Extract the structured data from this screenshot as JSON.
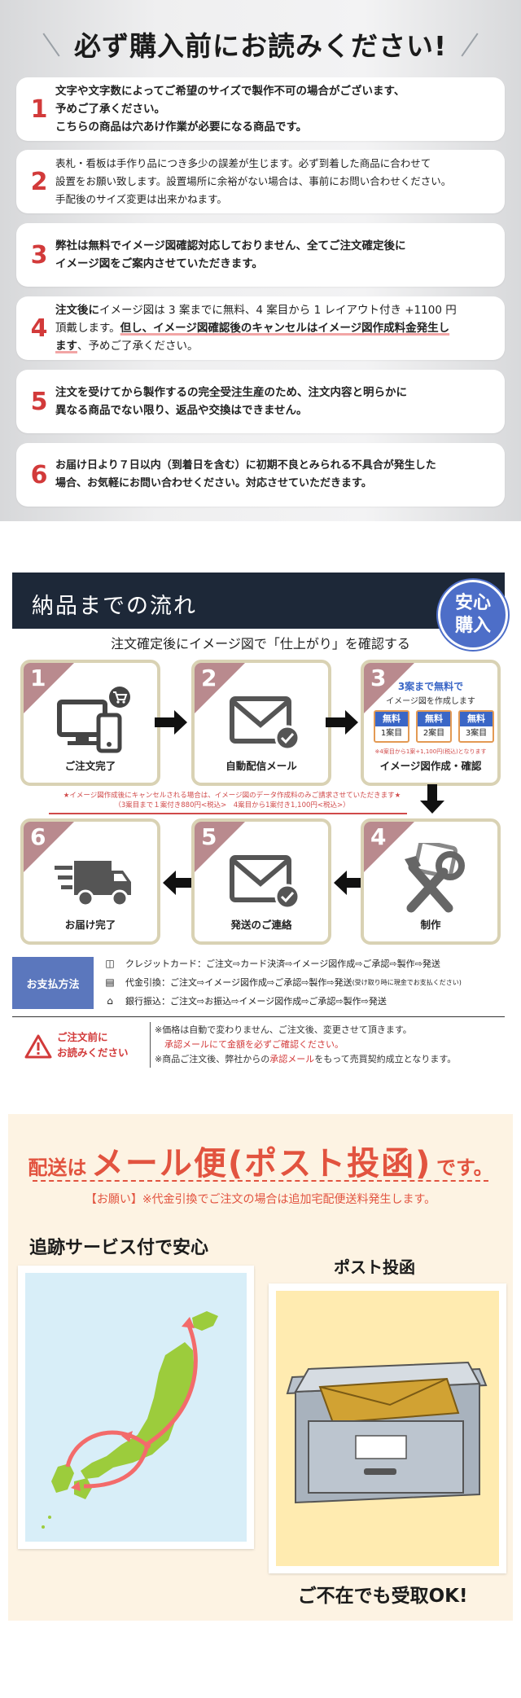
{
  "notices": {
    "title": "必ず購入前にお読みください!",
    "items": [
      {
        "num": "1",
        "text": "文字や文字数によってご希望のサイズで製作不可の場合がございます、\n予めご了承ください。\nこちらの商品は穴あけ作業が必要になる商品です。"
      },
      {
        "num": "2",
        "text": "表札・看板は手作り品につき多少の誤差が生じます。必ず到着した商品に合わせて\n設置をお願い致します。設置場所に余裕がない場合は、事前にお問い合わせください。\n手配後のサイズ変更は出来かねます。"
      },
      {
        "num": "3",
        "text": "弊社は無料でイメージ図確認対応しておりません、全てご注文確定後に\nイメージ図をご案内させていただきます。"
      },
      {
        "num": "4",
        "text_a": "注文後に",
        "text_b": "イメージ図は 3 案までに無料、4 案目から 1 レイアウト付き +1100 円\n頂戴します。",
        "text_c": "但し、イメージ図確認後のキャンセルはイメージ図作成料金発生し",
        "text_d": "ます",
        "text_e": "、予めご了承ください。"
      },
      {
        "num": "5",
        "text": "注文を受けてから製作するの完全受注生産のため、注文内容と明らかに\n異なる商品でない限り、返品や交換はできません。"
      },
      {
        "num": "6",
        "text": "お届け日より７日以内（到着日を含む）に初期不良とみられる不具合が発生した\n場合、お気軽にお問い合わせください。対応させていただきます。"
      }
    ]
  },
  "flow": {
    "title": "納品までの流れ",
    "badge_line1": "安心",
    "badge_line2": "購入",
    "subtitle": "注文確定後にイメージ図で「仕上がり」を確認する",
    "steps": [
      {
        "num": "1",
        "label": "ご注文完了",
        "icon": "devices-cart-icon"
      },
      {
        "num": "2",
        "label": "自動配信メール",
        "icon": "mail-check-icon"
      },
      {
        "num": "3",
        "label": "イメージ図作成・確認",
        "icon": "free-draft-icon"
      },
      {
        "num": "4",
        "label": "制作",
        "icon": "tools-icon"
      },
      {
        "num": "5",
        "label": "発送のご連絡",
        "icon": "mail-check-icon"
      },
      {
        "num": "6",
        "label": "お届け完了",
        "icon": "delivery-truck-icon"
      }
    ],
    "free": {
      "head": "3案まで無料で",
      "sub": "イメージ図を作成します",
      "boxes": [
        {
          "top": "無料",
          "bot": "1案目"
        },
        {
          "top": "無料",
          "bot": "2案目"
        },
        {
          "top": "無料",
          "bot": "3案目"
        }
      ],
      "note": "※4案目から1案+1,100円(税込)となります"
    },
    "cancel_note_1": "★イメージ図作成後にキャンセルされる場合は、イメージ図のデータ作成料のみご請求させていただきます★",
    "cancel_note_2": "（3案目まで１案付き880円<税込>　4案目から1案付き1,100円<税込>）",
    "payment": {
      "label": "お支払方法",
      "rows": [
        {
          "icon": "credit-card-icon",
          "text": "クレジットカード：ご注文⇨カード決済⇨イメージ図作成⇨ご承認⇨製作⇨発送",
          "small": ""
        },
        {
          "icon": "cash-on-delivery-icon",
          "text": "代金引換：ご注文⇨イメージ図作成⇨ご承認⇨製作⇨発送",
          "small": "(受け取り時に現金でお支払ください)"
        },
        {
          "icon": "bank-transfer-icon",
          "text": "銀行振込：ご注文⇨お振込⇨イメージ図作成⇨ご承認⇨製作⇨発送",
          "small": ""
        }
      ]
    },
    "warning": {
      "line1": "ご注文前に",
      "line2": "お読みください",
      "note1": "※価格は自動で変わりません、ご注文後、変更させて頂きます。",
      "note2": "承認メールにて金額を必ずご確認ください。",
      "note3a": "※商品ご注文後、弊社からの",
      "note3b": "承認メール",
      "note3c": "をもって売買契約成立となります。"
    }
  },
  "shipping": {
    "title_a": "配送は",
    "title_b": "メール便(ポスト投函)",
    "title_c": "です。",
    "note": "【お願い】※代金引換でご注文の場合は追加宅配便送料発生します。",
    "tracking_label": "追跡サービス付で安心",
    "post_label": "ポスト投函",
    "absence_label": "ご不在でも受取OK!"
  },
  "colors": {
    "accent_red": "#d23a3a",
    "navy": "#1d2838",
    "blue": "#4d6ec8",
    "step_border": "#d9d2b4",
    "step_corner": "#b98a8e",
    "ship_bg": "#fdf3e3",
    "ship_red": "#e2533f"
  }
}
